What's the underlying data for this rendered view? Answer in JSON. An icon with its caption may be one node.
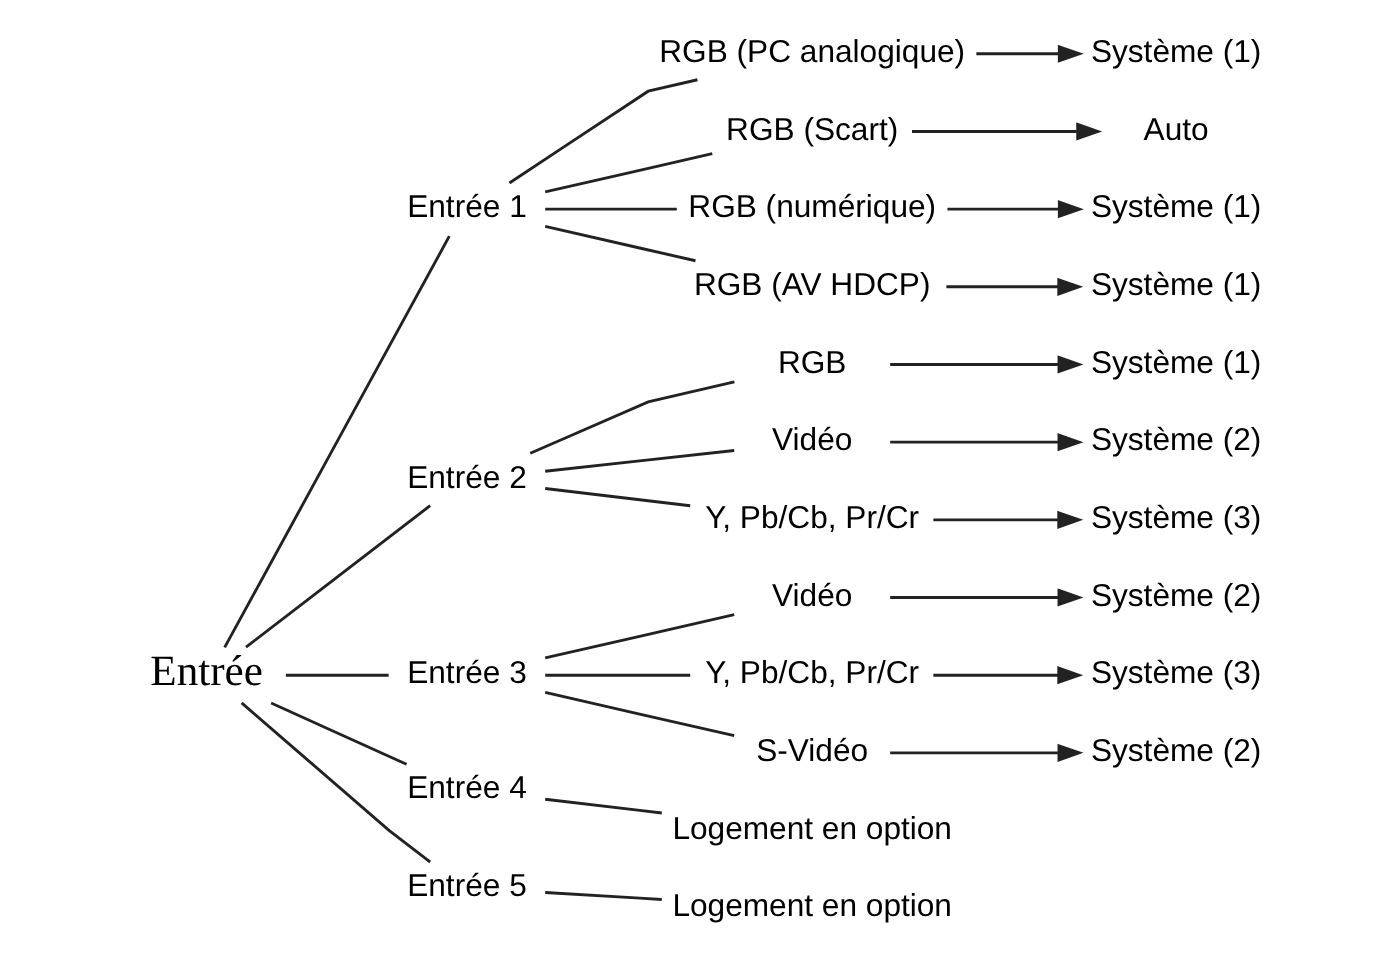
{
  "diagram": {
    "nodes": [
      {
        "text": [
          "Entrée"
        ]
      },
      {
        "text": [
          "Entrée 1"
        ]
      },
      {
        "text": [
          "RGB (PC analogique)"
        ]
      },
      {
        "text": [
          "Système (1)"
        ]
      },
      {
        "text": [
          "RGB (Scart)"
        ]
      },
      {
        "text": [
          "Auto"
        ]
      },
      {
        "text": [
          "RGB (numérique)"
        ]
      },
      {
        "text": [
          "Système (1)"
        ]
      },
      {
        "text": [
          "RGB (AV HDCP)"
        ]
      },
      {
        "text": [
          "Système (1)"
        ]
      },
      {
        "text": [
          "Entrée 2"
        ]
      },
      {
        "text": [
          "RGB"
        ]
      },
      {
        "text": [
          "Système (1)"
        ]
      },
      {
        "text": [
          "Vidéo"
        ]
      },
      {
        "text": [
          "Système (2)"
        ]
      },
      {
        "text": [
          "Y, Pb/Cb, Pr/Cr"
        ]
      },
      {
        "text": [
          "Système (3)"
        ]
      },
      {
        "text": [
          "Entrée 3"
        ]
      },
      {
        "text": [
          "Vidéo"
        ]
      },
      {
        "text": [
          "Système (2)"
        ]
      },
      {
        "text": [
          "Y, Pb/Cb, Pr/Cr"
        ]
      },
      {
        "text": [
          "Système (3)"
        ]
      },
      {
        "text": [
          "S-Vidéo"
        ]
      },
      {
        "text": [
          "Système (2)"
        ]
      },
      {
        "text": [
          "Entrée 4"
        ]
      },
      {
        "text": [
          "Logement en option"
        ]
      },
      {
        "text": [
          "Entrée 5"
        ]
      },
      {
        "text": [
          "Logement en option"
        ]
      }
    ],
    "edges": [
      {
        "from": 0,
        "to": 1,
        "arrow": "none"
      },
      {
        "from": 0,
        "to": 10,
        "arrow": "none"
      },
      {
        "from": 0,
        "to": 17,
        "arrow": "none"
      },
      {
        "from": 0,
        "to": 24,
        "arrow": "none"
      },
      {
        "from": 0,
        "to": 26,
        "arrow": "none"
      },
      {
        "from": 1,
        "to": 2,
        "arrow": "none"
      },
      {
        "from": 1,
        "to": 4,
        "arrow": "none"
      },
      {
        "from": 1,
        "to": 6,
        "arrow": "none"
      },
      {
        "from": 1,
        "to": 8,
        "arrow": "none"
      },
      {
        "from": 2,
        "to": 3,
        "arrow": "to"
      },
      {
        "from": 4,
        "to": 5,
        "arrow": "to"
      },
      {
        "from": 6,
        "to": 7,
        "arrow": "to"
      },
      {
        "from": 8,
        "to": 9,
        "arrow": "to"
      },
      {
        "from": 10,
        "to": 11,
        "arrow": "none"
      },
      {
        "from": 10,
        "to": 13,
        "arrow": "none"
      },
      {
        "from": 10,
        "to": 15,
        "arrow": "none"
      },
      {
        "from": 11,
        "to": 12,
        "arrow": "to"
      },
      {
        "from": 13,
        "to": 14,
        "arrow": "to"
      },
      {
        "from": 15,
        "to": 16,
        "arrow": "to"
      },
      {
        "from": 17,
        "to": 18,
        "arrow": "none"
      },
      {
        "from": 17,
        "to": 20,
        "arrow": "none"
      },
      {
        "from": 17,
        "to": 22,
        "arrow": "none"
      },
      {
        "from": 18,
        "to": 19,
        "arrow": "to"
      },
      {
        "from": 20,
        "to": 21,
        "arrow": "to"
      },
      {
        "from": 22,
        "to": 23,
        "arrow": "to"
      },
      {
        "from": 24,
        "to": 25,
        "arrow": "none"
      },
      {
        "from": 26,
        "to": 27,
        "arrow": "none"
      }
    ]
  }
}
